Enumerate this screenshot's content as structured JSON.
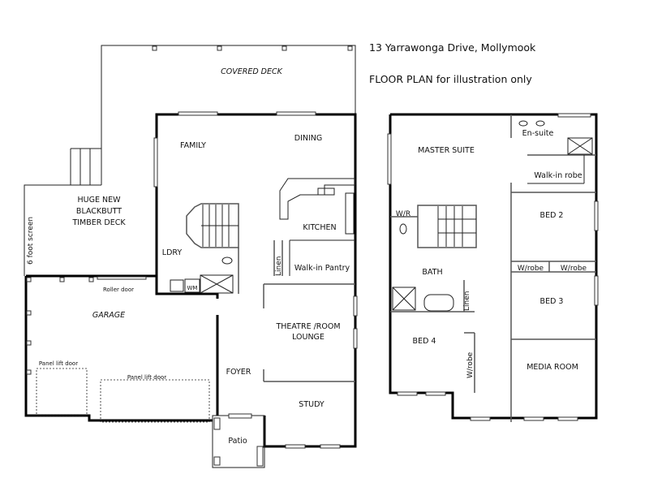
{
  "header": {
    "address": "13 Yarrawonga Drive, Mollymook",
    "subtitle": "FLOOR PLAN  for illustration only"
  },
  "ground_floor": {
    "covered_deck": "COVERED DECK",
    "family": "FAMILY",
    "dining": "DINING",
    "timber_deck": [
      "HUGE NEW",
      "BLACKBUTT",
      "TIMBER DECK"
    ],
    "screen": "6 foot screen",
    "kitchen": "KITCHEN",
    "laundry": "LDRY",
    "washing_machine": "WM",
    "linen": "Linen",
    "pantry": "Walk-in Pantry",
    "roller_door": "Roller door",
    "garage": "GARAGE",
    "panel_door_1": "Panel lift door",
    "panel_door_2": "Panel lift door",
    "theatre": [
      "THEATRE /ROOM",
      "LOUNGE"
    ],
    "foyer": "FOYER",
    "study": "STUDY",
    "patio": "Patio"
  },
  "upper_floor": {
    "master": "MASTER SUITE",
    "ensuite": "En-suite",
    "walkin_robe": "Walk-in robe",
    "wr": "W/R",
    "bed2": "BED 2",
    "wrobe_a": "W/robe",
    "wrobe_b": "W/robe",
    "bath": "BATH",
    "linen": "Linen",
    "bed3": "BED 3",
    "bed4": "BED 4",
    "wrobe_c": "W/robe",
    "media": "MEDIA ROOM"
  }
}
